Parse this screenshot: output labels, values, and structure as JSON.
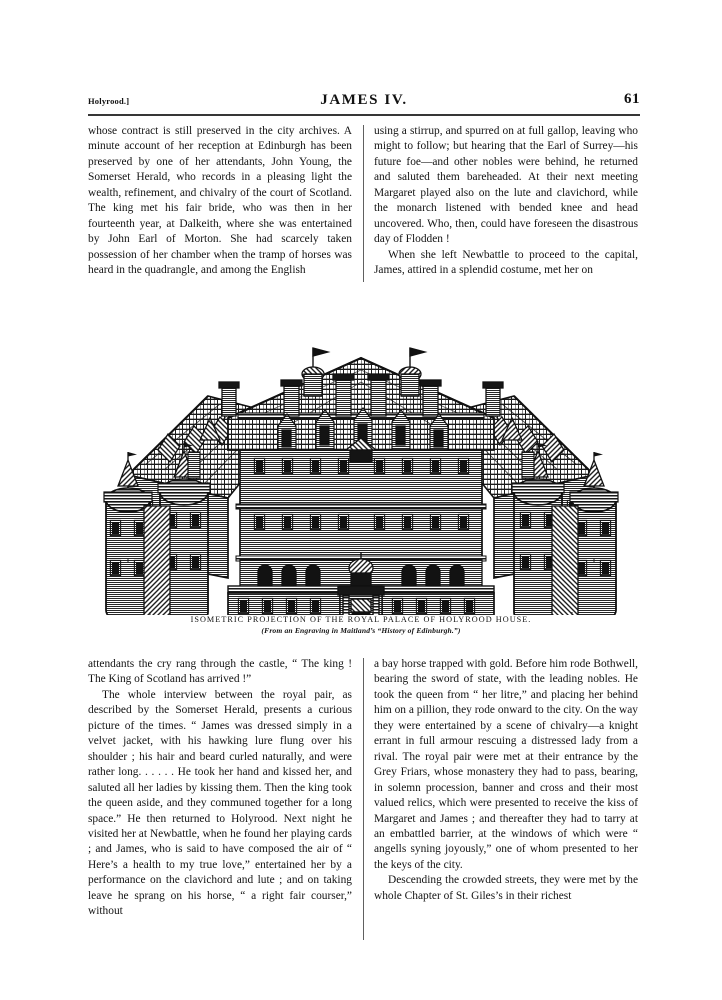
{
  "page": {
    "running_head_left": "Holyrood.]",
    "running_head_center": "JAMES IV.",
    "page_number": "61"
  },
  "columns": {
    "top_left": [
      "whose contract is still preserved in the city archives. A minute account of her reception at Edinburgh has been preserved by one of her attendants, John Young, the Somerset Herald, who records in a pleasing light the wealth, refinement, and chivalry of the court of Scotland. The king met his fair bride, who was then in her fourteenth year, at Dalkeith, where she was entertained by John Earl of Morton. She had scarcely taken possession of her chamber when the tramp of horses was heard in the quadrangle, and among the English"
    ],
    "top_right": [
      "using a stirrup, and spurred on at full gallop, leaving who might to follow; but hearing that the Earl of Surrey—his future foe—and other nobles were behind, he returned and saluted them bareheaded. At their next meeting Margaret played also on the lute and clavichord, while the monarch listened with bended knee and head uncovered. Who, then, could have foreseen the disastrous day of Flodden !",
      "When she left Newbattle to proceed to the capital, James, attired in a splendid costume, met her on"
    ],
    "bottom_left": [
      "attendants the cry rang through the castle, “ The king !  The King of Scotland has arrived !”",
      "The whole interview between the royal pair, as described by the Somerset Herald, presents a curious picture of the times.  “ James was dressed simply in a velvet jacket, with his hawking lure flung over his shoulder ; his hair and beard curled naturally, and were rather long.  .  .  .  .  .  He took her hand and kissed her, and saluted all her ladies by kissing them.  Then the king took the queen aside, and they communed together for a long space.”  He then returned to Holyrood. Next night he visited her at Newbattle, when he found her playing cards ; and James, who is said to have composed the air of “ Here’s a health to my true love,” entertained her by a performance on the clavichord and lute ; and on taking leave he sprang on his horse, “ a right fair courser,” without"
    ],
    "bottom_right": [
      "a bay horse trapped with gold.  Before him rode Bothwell, bearing the sword of state, with the leading nobles.  He took the queen from “ her litre,” and placing her behind him on a pillion, they rode onward to the city.  On the way they were entertained by a scene of chivalry—a knight errant in full armour rescuing a distressed lady from a rival.  The royal pair were met at their entrance by the Grey Friars, whose monastery they had to pass, bearing, in solemn procession, banner and cross and their most valued relics, which were presented to receive the kiss of Margaret and James ; and thereafter they had to tarry at an embattled barrier, at the windows of which were “ angells syning joyously,” one of whom presented to her the keys of the city.",
      "Descending the crowded streets, they were met by the whole Chapter of St. Giles’s in their richest"
    ]
  },
  "figure": {
    "caption_main": "ISOMETRIC PROJECTION OF THE ROYAL PALACE OF HOLYROOD HOUSE.",
    "caption_sub": "(From an Engraving in Maitland’s “History of Edinburgh.”)",
    "ink_color": "#1a1a1a",
    "paper_color": "#ffffff"
  }
}
